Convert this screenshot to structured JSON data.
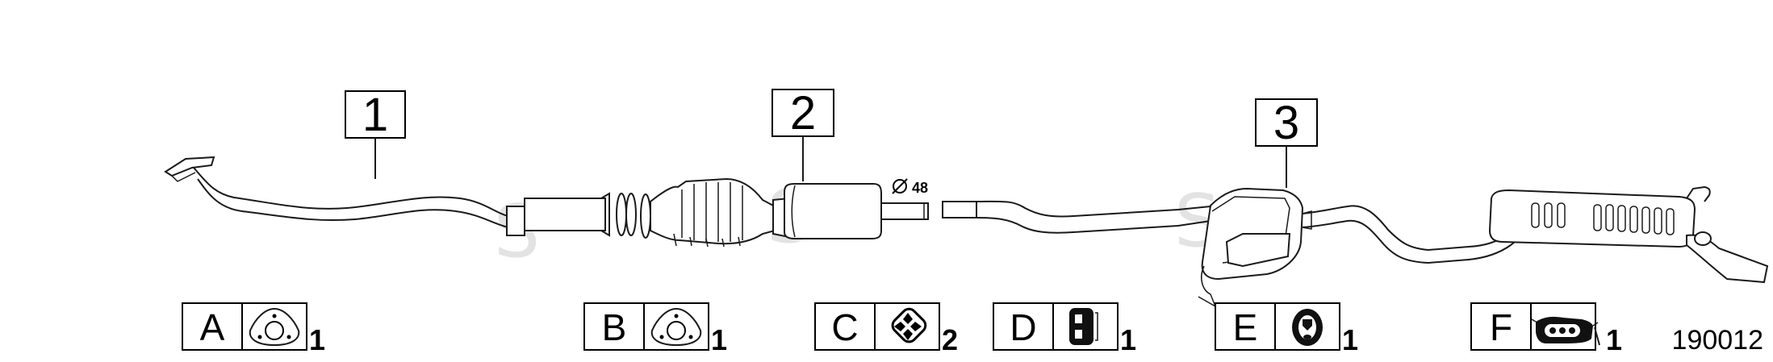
{
  "callouts": [
    {
      "label": "1"
    },
    {
      "label": "2"
    },
    {
      "label": "3"
    }
  ],
  "diameter_label": "48",
  "fittings": [
    {
      "letter": "A",
      "qty": "1",
      "icon": "gasket-3-bolt-icon"
    },
    {
      "letter": "B",
      "qty": "1",
      "icon": "gasket-3-bolt-icon"
    },
    {
      "letter": "C",
      "qty": "2",
      "icon": "rubber-mount-icon"
    },
    {
      "letter": "D",
      "qty": "1",
      "icon": "rubber-block-hanger-icon"
    },
    {
      "letter": "E",
      "qty": "1",
      "icon": "rubber-ring-hanger-icon"
    },
    {
      "letter": "F",
      "qty": "1",
      "icon": "rubber-strap-hanger-icon"
    }
  ],
  "reference_number": "190012",
  "watermark": "S"
}
